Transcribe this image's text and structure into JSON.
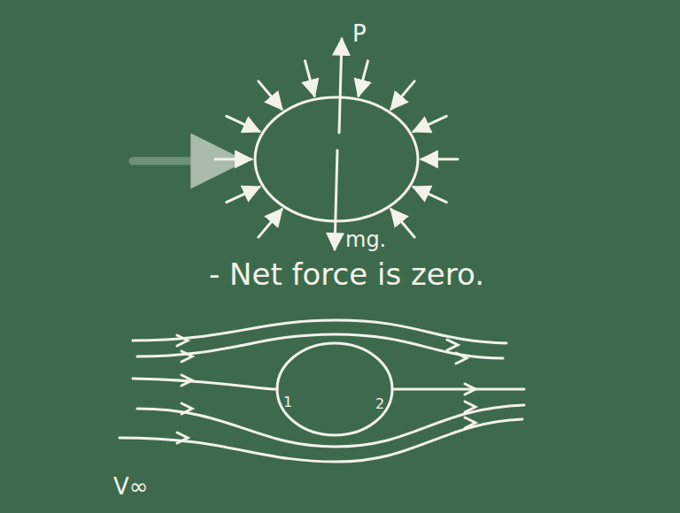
{
  "diagram": {
    "labels": [
      "P",
      "mg.",
      "- Net force is zero.",
      "1",
      "2",
      "V∞"
    ]
  }
}
